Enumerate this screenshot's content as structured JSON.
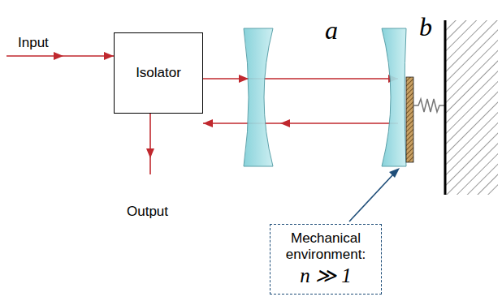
{
  "diagram": {
    "nodes": [
      {
        "text": [
          "Isolator"
        ]
      },
      {
        "text": [
          "Mechanical environment:",
          "n ≫ 1"
        ]
      }
    ],
    "labels": [
      "Input",
      "Output",
      "a",
      "b"
    ]
  }
}
